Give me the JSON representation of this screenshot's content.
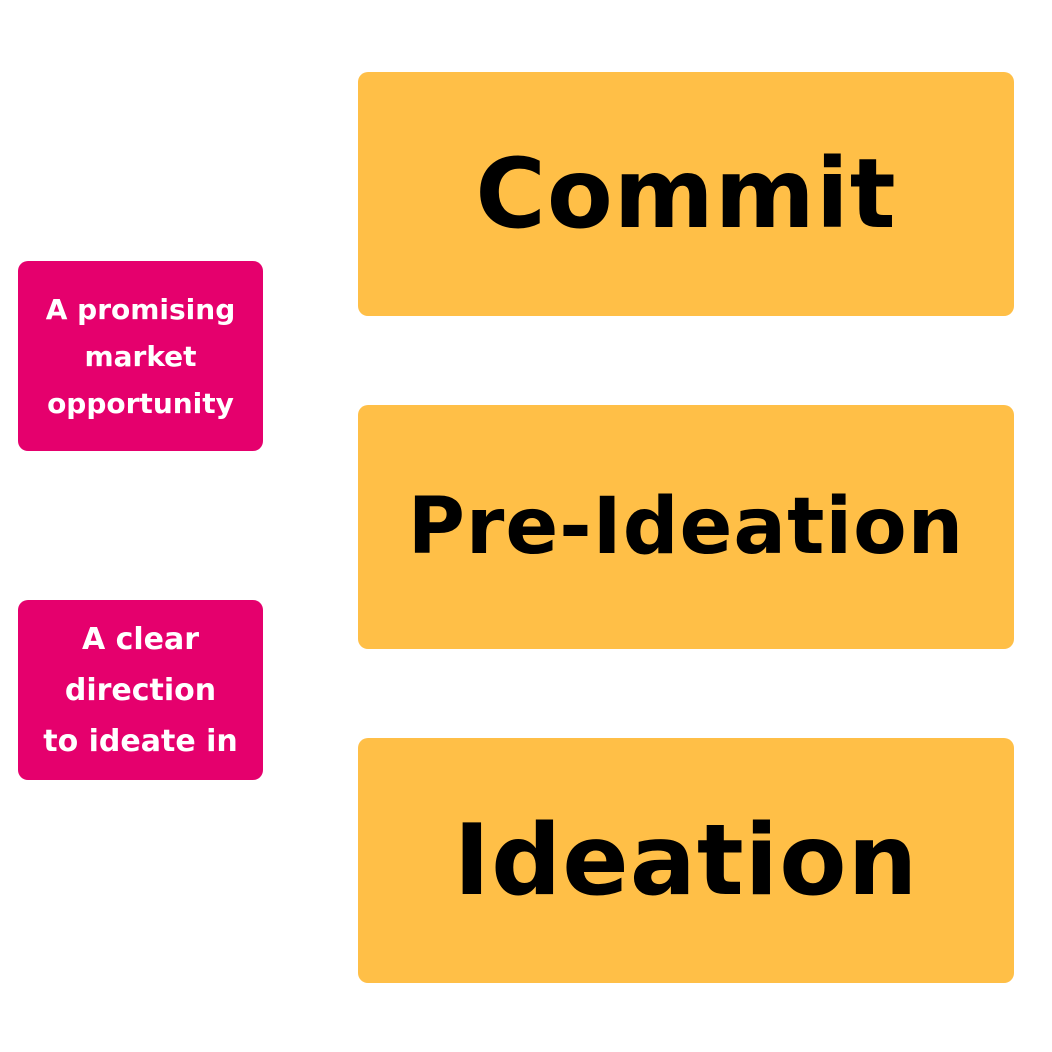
{
  "colors": {
    "stage_background": "#FFBF47",
    "stage_text": "#000000",
    "note_background": "#E5006D",
    "note_text": "#FFFFFF"
  },
  "stages": {
    "commit": "Commit",
    "pre_ideation": "Pre-Ideation",
    "ideation": "Ideation"
  },
  "notes": {
    "market_opportunity": "A promising\nmarket\nopportunity",
    "clear_direction": "A clear\ndirection\nto ideate in"
  }
}
